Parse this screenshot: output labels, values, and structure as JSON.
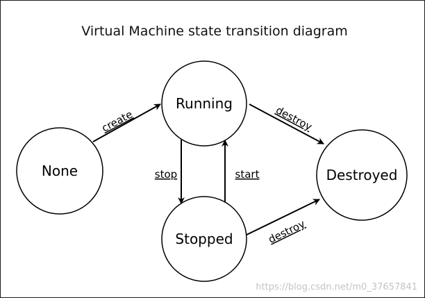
{
  "title": "Virtual Machine state transition diagram",
  "states": {
    "none": "None",
    "running": "Running",
    "stopped": "Stopped",
    "destroyed": "Destroyed"
  },
  "transitions": {
    "create": "create",
    "stop": "stop",
    "start": "start",
    "destroy_from_running": "destroy",
    "destroy_from_stopped": "destroy"
  },
  "watermark": "https://blog.csdn.net/m0_37657841",
  "colors": {
    "line": "#000000",
    "background": "#ffffff",
    "watermark": "#c4c4c4"
  }
}
